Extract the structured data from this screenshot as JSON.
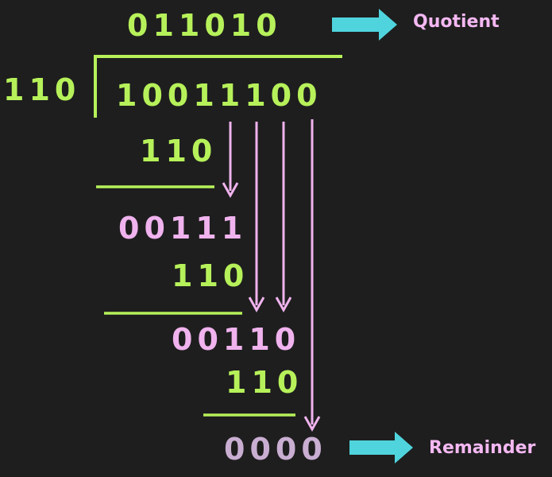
{
  "quotient": "011010",
  "divisor": "110",
  "dividend": "10011100",
  "steps": {
    "subtrahend_1": "110",
    "partial_1": "00111",
    "subtrahend_2": "110",
    "partial_2": "00110",
    "subtrahend_3": "110",
    "remainder": "0000"
  },
  "labels": {
    "quotient": "Quotient",
    "remainder": "Remainder"
  },
  "colors": {
    "background": "#1e1e1e",
    "green": "#b6f15a",
    "pink": "#f0b3ee",
    "arrow_teal": "#4fd4dd",
    "line_pink": "#f0b3ee"
  }
}
